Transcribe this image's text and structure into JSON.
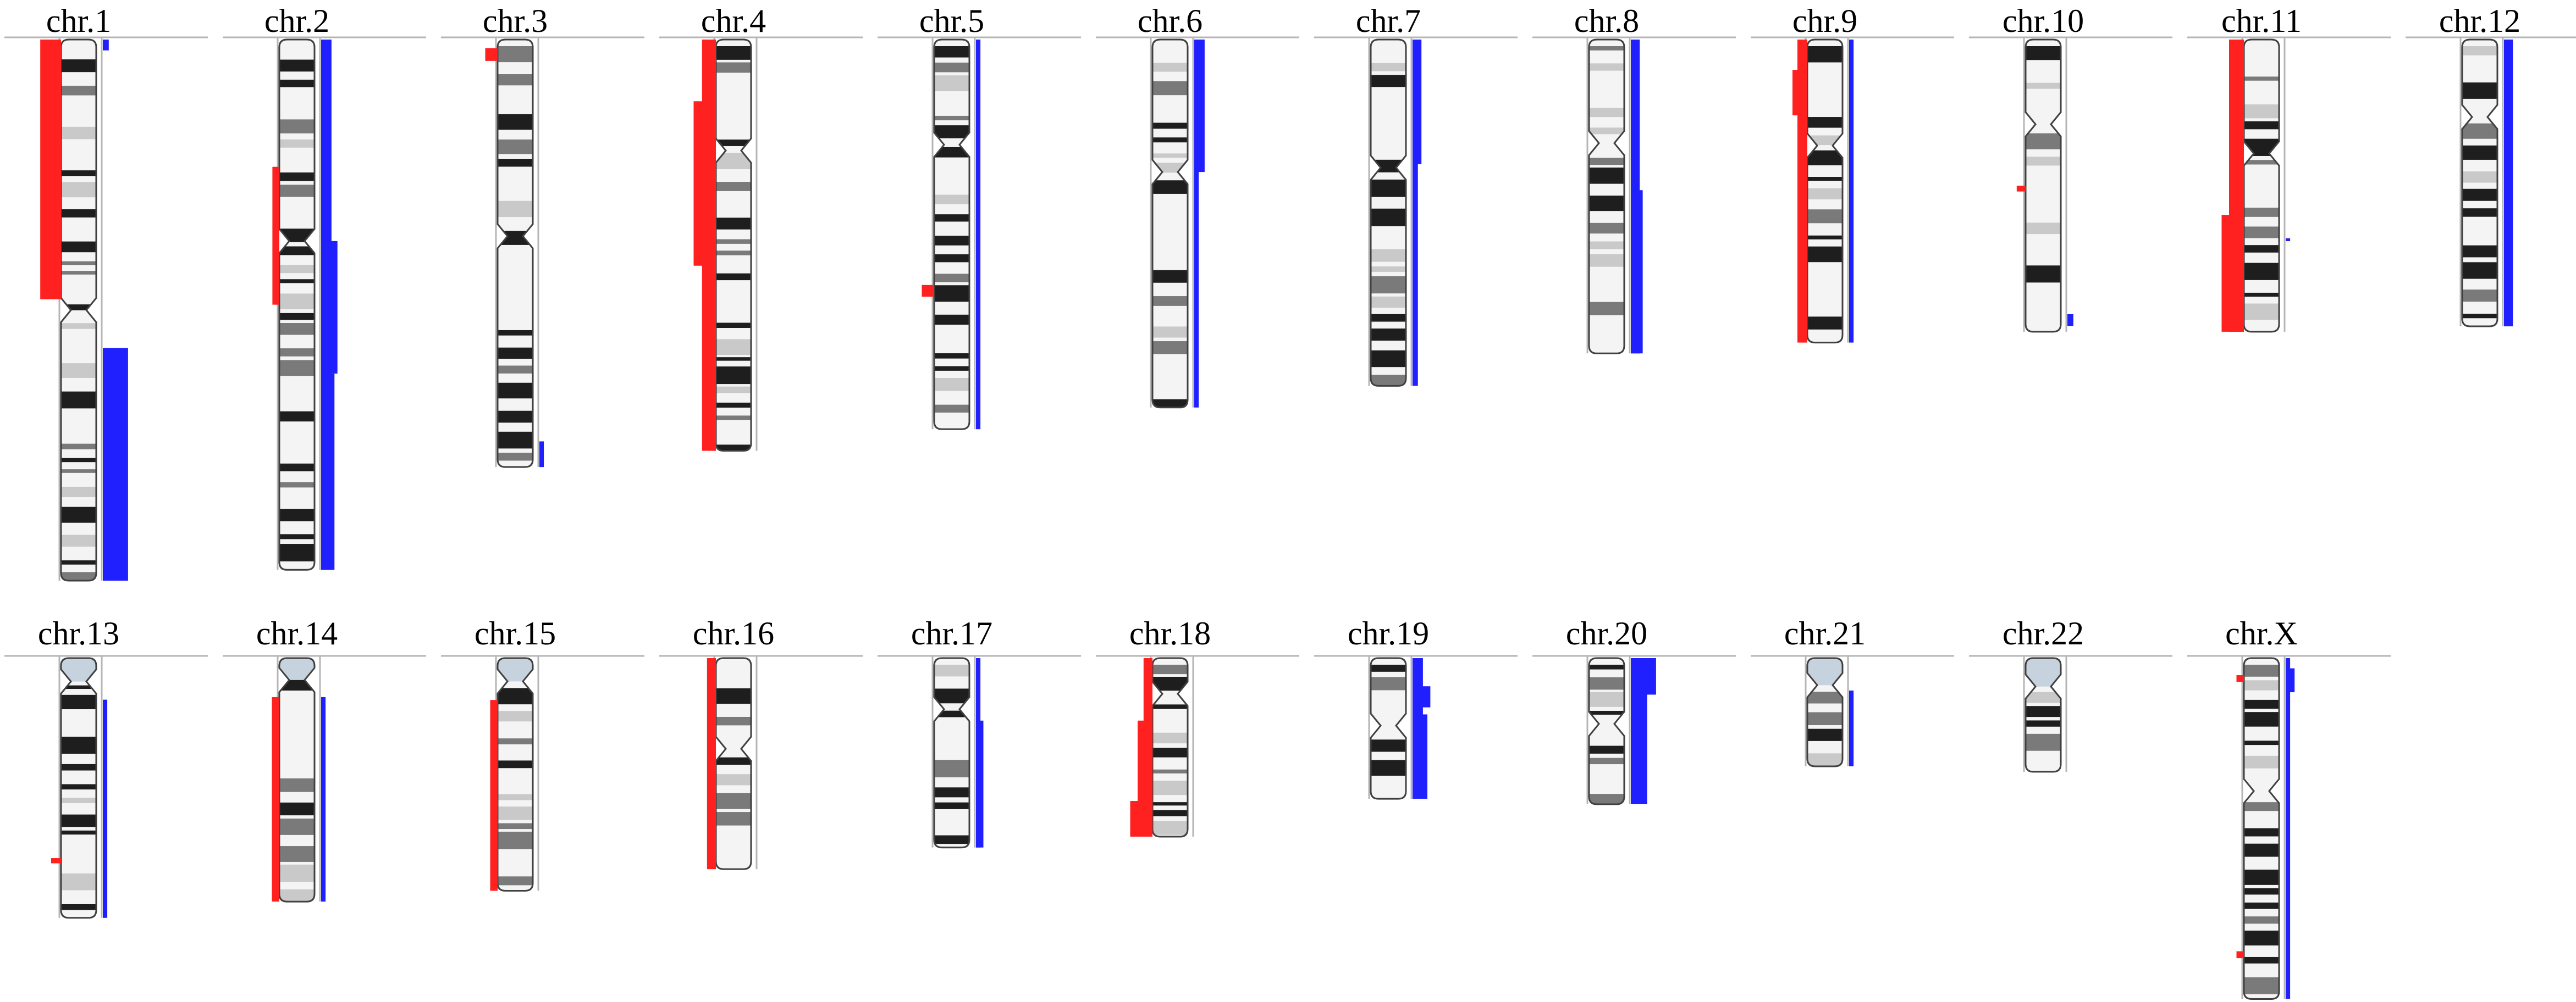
{
  "colors": {
    "loss": "#ff2020",
    "gain": "#2020ff",
    "axis": "#b5b5b5",
    "outline": "#404040",
    "band_light": "#f4f4f4",
    "band_dark": "#1e1e1e",
    "acrocentric_cap": "#c6d2de"
  },
  "chromosomes": [
    {
      "label": "chr.1",
      "row": 0,
      "col": 0,
      "length": 1.0,
      "centromere": 0.5,
      "acro": false,
      "loss_segments": [
        [
          0.0,
          0.48,
          0.42
        ]
      ],
      "gain_segments": [
        [
          0.57,
          1.0,
          0.85
        ],
        [
          0.0,
          0.02,
          0.2
        ]
      ]
    },
    {
      "label": "chr.2",
      "row": 0,
      "col": 1,
      "length": 0.98,
      "centromere": 0.38,
      "acro": false,
      "loss_segments": [
        [
          0.24,
          0.5,
          0.14
        ]
      ],
      "gain_segments": [
        [
          0.0,
          1.0,
          0.35
        ],
        [
          0.38,
          0.63,
          0.55
        ],
        [
          0.63,
          1.0,
          0.45
        ]
      ]
    },
    {
      "label": "chr.3",
      "row": 0,
      "col": 2,
      "length": 0.79,
      "centromere": 0.46,
      "acro": false,
      "loss_segments": [
        [
          0.02,
          0.05,
          0.25
        ]
      ],
      "gain_segments": [
        [
          0.94,
          1.0,
          0.15
        ]
      ]
    },
    {
      "label": "chr.4",
      "row": 0,
      "col": 3,
      "length": 0.76,
      "centromere": 0.27,
      "acro": false,
      "loss_segments": [
        [
          0.0,
          1.0,
          0.28
        ],
        [
          0.15,
          0.55,
          0.45
        ]
      ],
      "gain_segments": []
    },
    {
      "label": "chr.5",
      "row": 0,
      "col": 4,
      "length": 0.72,
      "centromere": 0.27,
      "acro": false,
      "loss_segments": [
        [
          0.63,
          0.66,
          0.25
        ]
      ],
      "gain_segments": [
        [
          0.0,
          1.0,
          0.15
        ]
      ]
    },
    {
      "label": "chr.6",
      "row": 0,
      "col": 5,
      "length": 0.68,
      "centromere": 0.36,
      "acro": false,
      "loss_segments": [],
      "gain_segments": [
        [
          0.0,
          1.0,
          0.15
        ],
        [
          0.0,
          0.36,
          0.35
        ]
      ]
    },
    {
      "label": "chr.7",
      "row": 0,
      "col": 6,
      "length": 0.64,
      "centromere": 0.37,
      "acro": false,
      "loss_segments": [],
      "gain_segments": [
        [
          0.0,
          1.0,
          0.18
        ],
        [
          0.0,
          0.36,
          0.3
        ]
      ]
    },
    {
      "label": "chr.8",
      "row": 0,
      "col": 7,
      "length": 0.58,
      "centromere": 0.33,
      "acro": false,
      "loss_segments": [],
      "gain_segments": [
        [
          0.0,
          1.0,
          0.3
        ],
        [
          0.48,
          1.0,
          0.4
        ]
      ]
    },
    {
      "label": "chr.9",
      "row": 0,
      "col": 8,
      "length": 0.56,
      "centromere": 0.35,
      "acro": false,
      "loss_segments": [
        [
          0.0,
          1.0,
          0.2
        ],
        [
          0.1,
          0.25,
          0.3
        ]
      ],
      "gain_segments": [
        [
          0.0,
          1.0,
          0.15
        ]
      ]
    },
    {
      "label": "chr.10",
      "row": 0,
      "col": 9,
      "length": 0.54,
      "centromere": 0.29,
      "acro": false,
      "loss_segments": [
        [
          0.5,
          0.52,
          0.18
        ]
      ],
      "gain_segments": [
        [
          0.94,
          0.98,
          0.2
        ]
      ]
    },
    {
      "label": "chr.11",
      "row": 0,
      "col": 10,
      "length": 0.54,
      "centromere": 0.39,
      "acro": false,
      "loss_segments": [
        [
          0.0,
          1.0,
          0.3
        ],
        [
          0.6,
          1.0,
          0.45
        ]
      ],
      "gain_segments": [
        [
          0.68,
          0.69,
          0.15
        ]
      ]
    },
    {
      "label": "chr.12",
      "row": 0,
      "col": 11,
      "length": 0.53,
      "centromere": 0.27,
      "acro": false,
      "loss_segments": [],
      "gain_segments": [
        [
          0.0,
          1.0,
          0.3
        ],
        [
          0.0,
          0.1,
          0.25
        ]
      ]
    },
    {
      "label": "chr.13",
      "row": 1,
      "col": 0,
      "length": 0.48,
      "centromere": 0.09,
      "acro": true,
      "loss_segments": [
        [
          0.77,
          0.79,
          0.2
        ]
      ],
      "gain_segments": [
        [
          0.16,
          1.0,
          0.15
        ]
      ]
    },
    {
      "label": "chr.14",
      "row": 1,
      "col": 1,
      "length": 0.45,
      "centromere": 0.09,
      "acro": true,
      "loss_segments": [
        [
          0.16,
          1.0,
          0.15
        ]
      ],
      "gain_segments": [
        [
          0.16,
          1.0,
          0.15
        ]
      ]
    },
    {
      "label": "chr.15",
      "row": 1,
      "col": 2,
      "length": 0.43,
      "centromere": 0.1,
      "acro": true,
      "loss_segments": [
        [
          0.18,
          1.0,
          0.15
        ]
      ],
      "gain_segments": []
    },
    {
      "label": "chr.16",
      "row": 1,
      "col": 3,
      "length": 0.39,
      "centromere": 0.43,
      "acro": false,
      "loss_segments": [
        [
          0.0,
          1.0,
          0.18
        ]
      ],
      "gain_segments": []
    },
    {
      "label": "chr.17",
      "row": 1,
      "col": 4,
      "length": 0.35,
      "centromere": 0.27,
      "acro": false,
      "loss_segments": [],
      "gain_segments": [
        [
          0.0,
          1.0,
          0.15
        ],
        [
          0.33,
          1.0,
          0.25
        ]
      ]
    },
    {
      "label": "chr.18",
      "row": 1,
      "col": 5,
      "length": 0.33,
      "centromere": 0.2,
      "acro": false,
      "loss_segments": [
        [
          0.0,
          1.0,
          0.18
        ],
        [
          0.35,
          0.85,
          0.3
        ],
        [
          0.8,
          1.0,
          0.45
        ]
      ],
      "gain_segments": []
    },
    {
      "label": "chr.19",
      "row": 1,
      "col": 6,
      "length": 0.26,
      "centromere": 0.48,
      "acro": false,
      "loss_segments": [],
      "gain_segments": [
        [
          0.0,
          1.0,
          0.35
        ],
        [
          0.2,
          0.35,
          0.6
        ],
        [
          0.4,
          1.0,
          0.5
        ]
      ]
    },
    {
      "label": "chr.20",
      "row": 1,
      "col": 7,
      "length": 0.27,
      "centromere": 0.45,
      "acro": false,
      "loss_segments": [],
      "gain_segments": [
        [
          0.0,
          1.0,
          0.55
        ],
        [
          0.0,
          0.25,
          0.85
        ]
      ]
    },
    {
      "label": "chr.21",
      "row": 1,
      "col": 8,
      "length": 0.2,
      "centromere": 0.25,
      "acro": true,
      "loss_segments": [],
      "gain_segments": [
        [
          0.3,
          1.0,
          0.15
        ]
      ]
    },
    {
      "label": "chr.22",
      "row": 1,
      "col": 9,
      "length": 0.21,
      "centromere": 0.25,
      "acro": true,
      "loss_segments": [],
      "gain_segments": []
    },
    {
      "label": "chr.X",
      "row": 1,
      "col": 10,
      "length": 0.63,
      "centromere": 0.39,
      "acro": false,
      "loss_segments": [
        [
          0.05,
          0.07,
          0.15
        ],
        [
          0.86,
          0.88,
          0.15
        ]
      ],
      "gain_segments": [
        [
          0.0,
          1.0,
          0.15
        ],
        [
          0.03,
          0.1,
          0.3
        ]
      ]
    }
  ]
}
